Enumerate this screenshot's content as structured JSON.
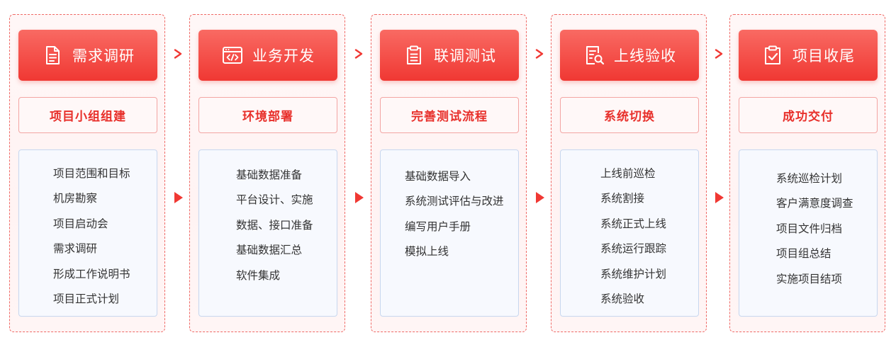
{
  "stages": [
    {
      "title": "需求调研",
      "icon": "document-icon",
      "subtitle": "项目小组组建",
      "items": [
        "项目范围和目标",
        "机房勘察",
        "项目启动会",
        "需求调研",
        "形成工作说明书",
        "项目正式计划"
      ]
    },
    {
      "title": "业务开发",
      "icon": "code-window-icon",
      "subtitle": "环境部署",
      "items": [
        "基础数据准备",
        "平台设计、实施",
        "数据、接口准备",
        "基础数据汇总",
        "软件集成"
      ]
    },
    {
      "title": "联调测试",
      "icon": "clipboard-list-icon",
      "subtitle": "完善测试流程",
      "items": [
        "基础数据导入",
        "系统测试评估与改进",
        "编写用户手册",
        "模拟上线"
      ]
    },
    {
      "title": "上线验收",
      "icon": "document-search-icon",
      "subtitle": "系统切换",
      "items": [
        "上线前巡检",
        "系统割接",
        "系统正式上线",
        "系统运行跟踪",
        "系统维护计划",
        "系统验收"
      ]
    },
    {
      "title": "项目收尾",
      "icon": "clipboard-check-icon",
      "subtitle": "成功交付",
      "items": [
        "系统巡检计划",
        "客户满意度调查",
        "项目文件归档",
        "项目组总结",
        "实施项目结项"
      ]
    }
  ],
  "colors": {
    "accent": "#f03833",
    "border": "#ef6a66",
    "item_border": "#c7d7ef"
  }
}
